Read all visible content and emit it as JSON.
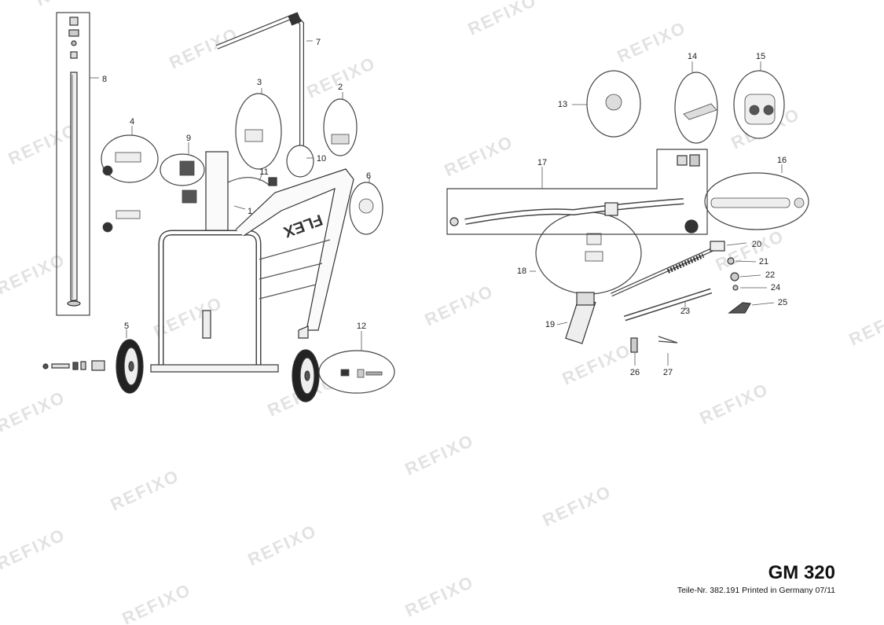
{
  "diagram": {
    "watermark": "REFIXO",
    "brand_on_frame": "FLEX",
    "callouts": [
      "1",
      "2",
      "3",
      "4",
      "5",
      "6",
      "7",
      "8",
      "9",
      "10",
      "11",
      "12",
      "13",
      "14",
      "15",
      "16",
      "17",
      "18",
      "19",
      "20",
      "21",
      "22",
      "23",
      "24",
      "25",
      "26",
      "27"
    ]
  },
  "footer": {
    "model": "GM 320",
    "part_line": "Teile-Nr. 382.191 Printed in Germany 07/11"
  }
}
